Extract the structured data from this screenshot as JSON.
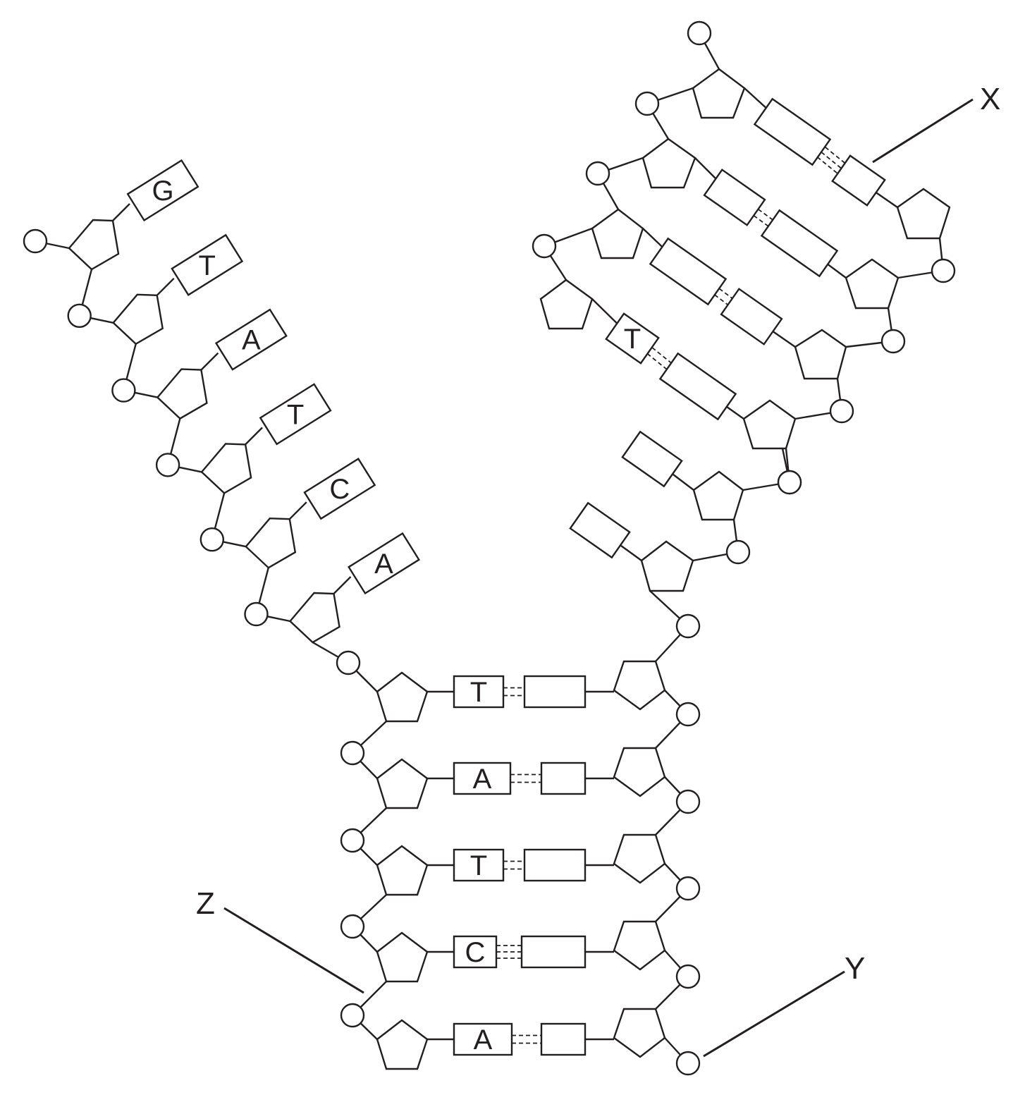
{
  "labels": {
    "x": "X",
    "y": "Y",
    "z": "Z"
  },
  "left_strand_bases": [
    "G",
    "T",
    "A",
    "T",
    "C",
    "A"
  ],
  "upper_right_labeled_base": "T",
  "paired_left_bases": [
    "T",
    "A",
    "T",
    "C",
    "A"
  ],
  "hydrogen_bonds_per_pair": [
    2,
    2,
    2,
    3,
    2
  ],
  "colors": {
    "stroke": "#231f20",
    "fill": "#ffffff"
  }
}
